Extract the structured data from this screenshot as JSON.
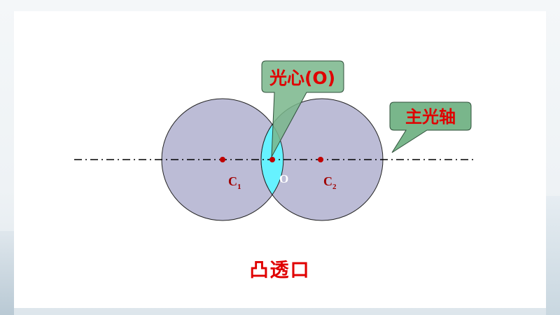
{
  "labels": {
    "optical_center": "光心(O)",
    "main_axis": "主光轴",
    "point_o": "O",
    "point_c1": "C",
    "point_c1_sub": "1",
    "point_c2": "C",
    "point_c2_sub": "2",
    "lens_name": "凸透口"
  },
  "colors": {
    "circle_fill": "#bcbcd6",
    "lens_fill": "#66f2ff",
    "callout_fill": "#79b68b",
    "callout_text": "#e00000",
    "point_fill": "#c00000",
    "letter_color": "#a00000"
  }
}
